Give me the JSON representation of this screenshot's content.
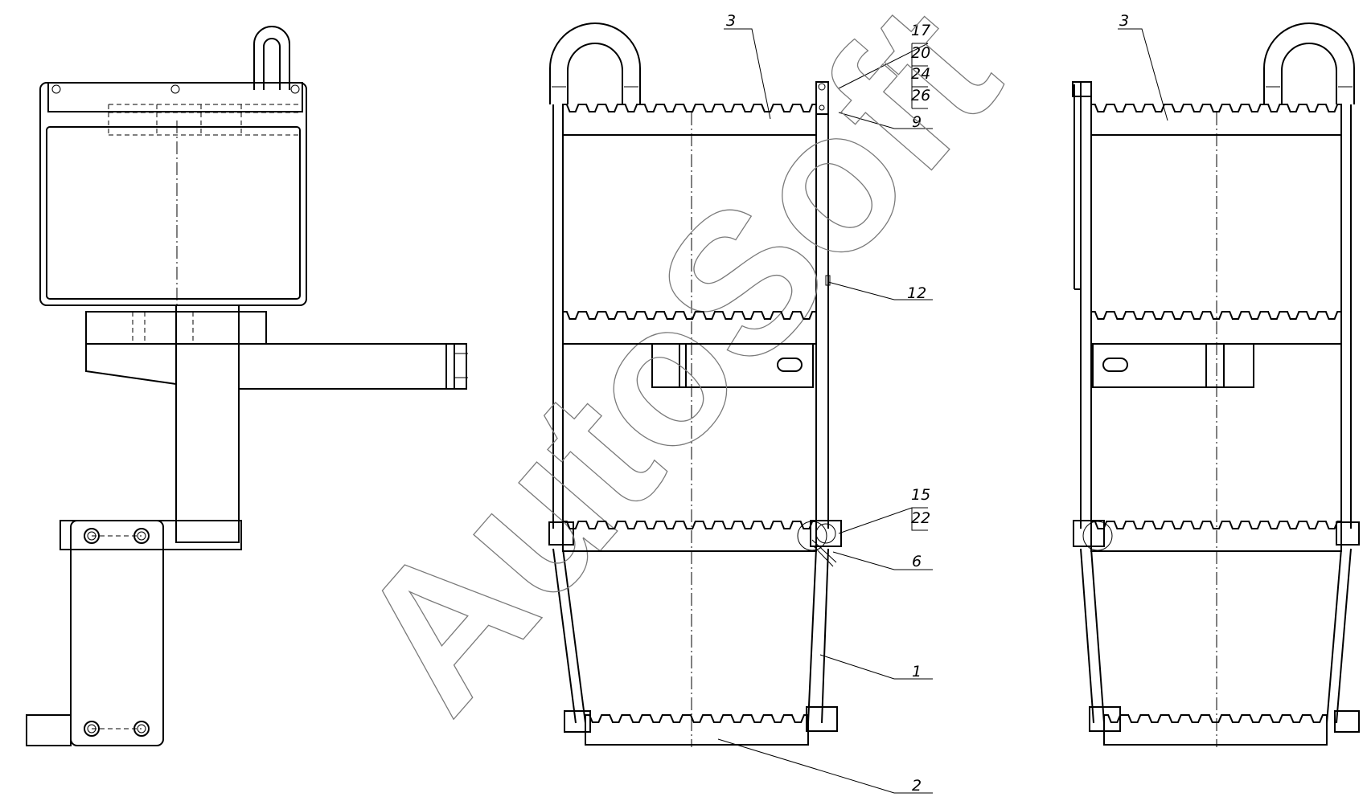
{
  "watermark": "AutoSoft",
  "callouts": {
    "front_top": "3",
    "front_17": "17",
    "front_20": "20",
    "front_24": "24",
    "front_26": "26",
    "front_9": "9",
    "front_12": "12",
    "front_15": "15",
    "front_22": "22",
    "front_6": "6",
    "front_1": "1",
    "front_2": "2",
    "rear_top": "3"
  }
}
